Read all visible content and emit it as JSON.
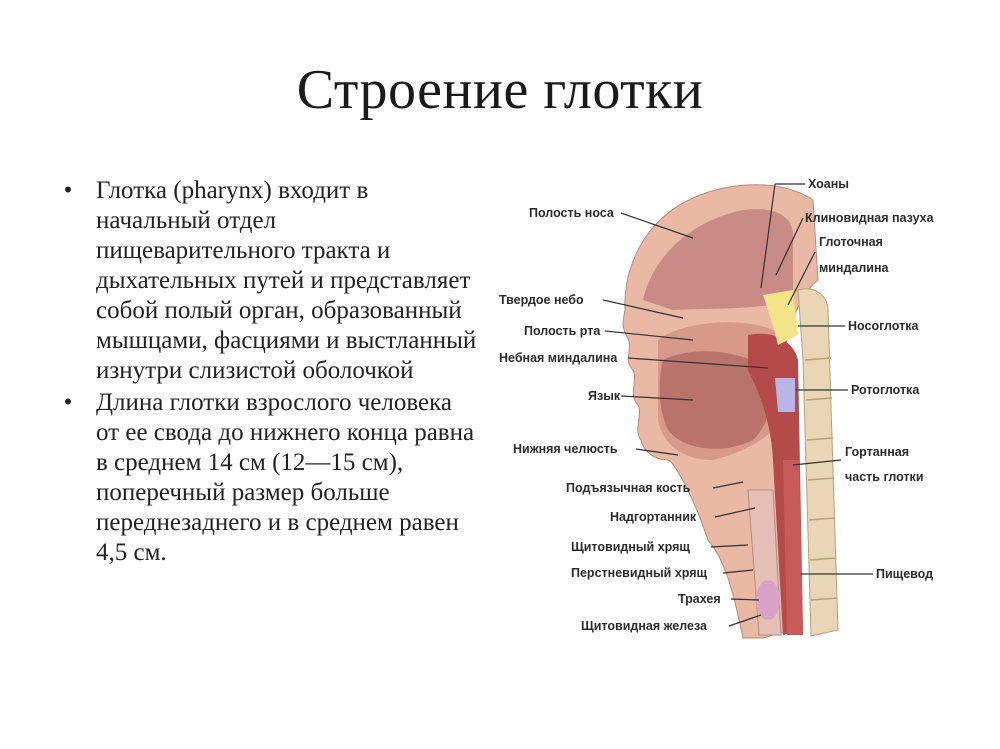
{
  "slide": {
    "title": "Строение глотки",
    "bullet_marker": "•",
    "bullets": [
      "Глотка (pharynx) входит в начальный отдел пищеварительного тракта и дыхательных путей и представляет собой полый орган, образованный мышцами, фасциями и выстланный изнутри слизистой оболочкой",
      "Длина глотки взрослого человека от ее свода до нижнего конца равна в среднем 14 см (12—15 см), поперечный размер больше переднезаднего и в среднем равен 4,5 см."
    ]
  },
  "diagram": {
    "labels_left": [
      "Полость носа",
      "Твердое небо",
      "Полость рта",
      "Небная миндалина",
      "Язык",
      "Нижняя челюсть",
      "Подъязычная кость",
      "Надгортанник",
      "Щитовидный хрящ",
      "Перстневидный хрящ",
      "Трахея",
      "Щитовидная железа"
    ],
    "labels_right": {
      "choanae": "Хоаны",
      "sphenoid_sinus": "Клиновидная пазуха",
      "pharyngeal_tonsil_1": "Глоточная",
      "pharyngeal_tonsil_2": "миндалина",
      "nasopharynx": "Носоглотка",
      "oropharynx": "Ротоглотка",
      "laryngopharynx_1": "Гортанная",
      "laryngopharynx_2": "часть глотки",
      "esophagus": "Пищевод"
    },
    "colors": {
      "skin": "#e9b9a5",
      "tissue": "#d79a8a",
      "nasal_cavity": "#c98b86",
      "tongue": "#b9736a",
      "muscle": "#b44a4a",
      "nasopharynx": "#f3e48a",
      "oropharynx": "#b8b6e6",
      "spine": "#ead6b6",
      "esophagus": "#c75b5b"
    }
  }
}
